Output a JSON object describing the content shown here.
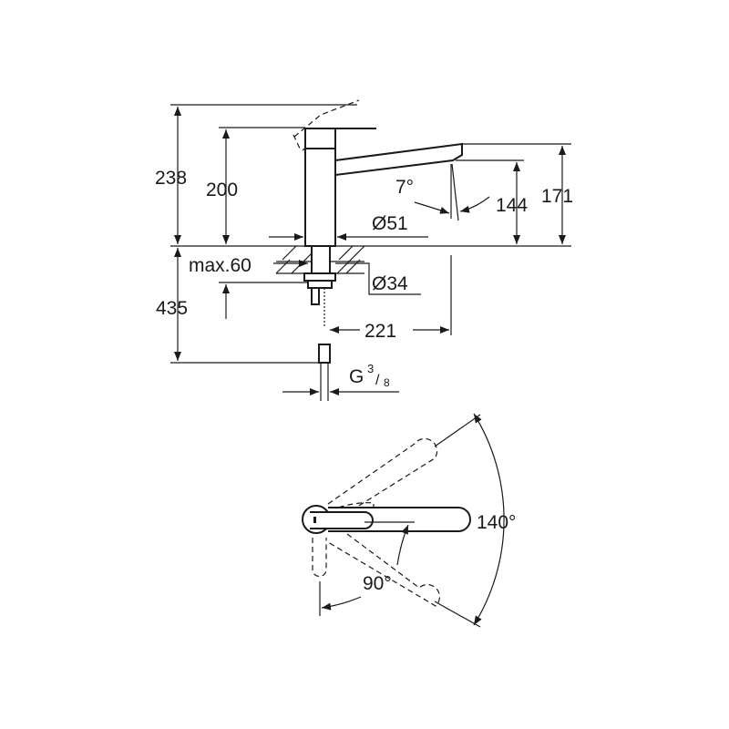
{
  "side_view": {
    "dims": {
      "total_height": "238",
      "body_height": "200",
      "spout_angle": "7°",
      "outlet_height": "144",
      "spout_height": "171",
      "body_diameter": "Ø51",
      "max_thickness": "max.60",
      "shank_diameter": "Ø34",
      "hose_length": "435",
      "reach": "221",
      "thread_main": "G",
      "thread_num": "3",
      "thread_den": "8"
    }
  },
  "top_view": {
    "dims": {
      "swivel_range": "140°",
      "lever_range": "90°"
    }
  }
}
